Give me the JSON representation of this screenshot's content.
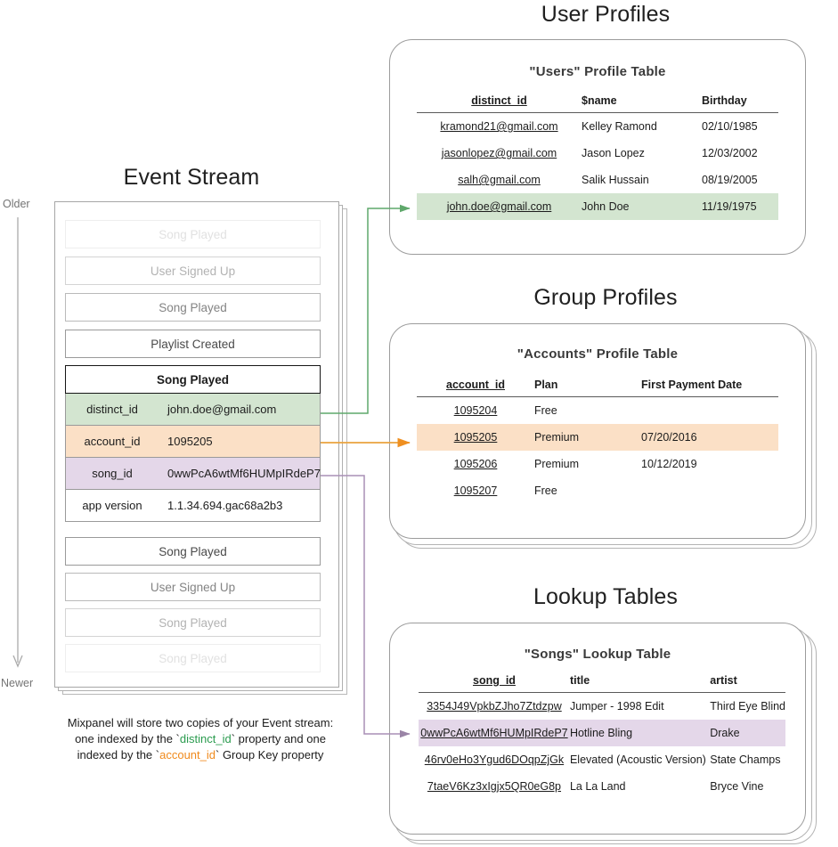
{
  "sections": {
    "event_stream": {
      "title": "Event Stream",
      "axis_top": "Older",
      "axis_bottom": "Newer",
      "events_above": [
        {
          "label": "Song Played"
        },
        {
          "label": "User Signed Up"
        },
        {
          "label": "Song Played"
        },
        {
          "label": "Playlist Created"
        }
      ],
      "focus_event": {
        "name": "Song Played",
        "properties": [
          {
            "key": "distinct_id",
            "value": "john.doe@gmail.com",
            "highlight": "green"
          },
          {
            "key": "account_id",
            "value": "1095205",
            "highlight": "orange"
          },
          {
            "key": "song_id",
            "value": "0wwPcA6wtMf6HUMpIRdeP7",
            "highlight": "purple"
          },
          {
            "key": "app version",
            "value": "1.1.34.694.gac68a2b3",
            "highlight": "none"
          }
        ]
      },
      "events_below": [
        {
          "label": "Song Played"
        },
        {
          "label": "User Signed Up"
        },
        {
          "label": "Song Played"
        },
        {
          "label": "Song Played"
        }
      ],
      "caption": {
        "line1": "Mixpanel will store two copies of your Event stream:",
        "line2_a": "one indexed by the `",
        "line2_key": "distinct_id",
        "line2_b": "` property and one",
        "line3_a": "indexed by the `",
        "line3_key": "account_id",
        "line3_b": "` Group Key property"
      }
    },
    "user_profiles": {
      "title": "User Profiles",
      "table_title": "\"Users\" Profile Table",
      "columns": [
        "distinct_id",
        "$name",
        "Birthday"
      ],
      "rows": [
        {
          "cells": [
            "kramond21@gmail.com",
            "Kelley Ramond",
            "02/10/1985"
          ],
          "highlight": "none"
        },
        {
          "cells": [
            "jasonlopez@gmail.com",
            "Jason Lopez",
            "12/03/2002"
          ],
          "highlight": "none"
        },
        {
          "cells": [
            "salh@gmail.com",
            "Salik Hussain",
            "08/19/2005"
          ],
          "highlight": "none"
        },
        {
          "cells": [
            "john.doe@gmail.com",
            "John Doe",
            "11/19/1975"
          ],
          "highlight": "green"
        }
      ]
    },
    "group_profiles": {
      "title": "Group Profiles",
      "table_title": "\"Accounts\" Profile Table",
      "columns": [
        "account_id",
        "Plan",
        "First Payment Date"
      ],
      "rows": [
        {
          "cells": [
            "1095204",
            "Free",
            ""
          ],
          "highlight": "none"
        },
        {
          "cells": [
            "1095205",
            "Premium",
            "07/20/2016"
          ],
          "highlight": "orange"
        },
        {
          "cells": [
            "1095206",
            "Premium",
            "10/12/2019"
          ],
          "highlight": "none"
        },
        {
          "cells": [
            "1095207",
            "Free",
            ""
          ],
          "highlight": "none"
        }
      ]
    },
    "lookup_tables": {
      "title": "Lookup Tables",
      "table_title": "\"Songs\" Lookup Table",
      "columns": [
        "song_id",
        "title",
        "artist"
      ],
      "rows": [
        {
          "cells": [
            "3354J49VpkbZJho7Ztdzpw",
            "Jumper - 1998 Edit",
            "Third Eye Blind"
          ],
          "highlight": "none"
        },
        {
          "cells": [
            "0wwPcA6wtMf6HUMpIRdeP7",
            "Hotline Bling",
            "Drake"
          ],
          "highlight": "purple"
        },
        {
          "cells": [
            "46rv0eHo3Ygud6DOqpZjGk",
            "Elevated (Acoustic Version)",
            "State Champs"
          ],
          "highlight": "none"
        },
        {
          "cells": [
            "7taeV6Kz3xIgjx5QR0eG8p",
            "La La Land",
            "Bryce Vine"
          ],
          "highlight": "none"
        }
      ]
    }
  },
  "colors": {
    "green_fill": "#d3e5d0",
    "orange_fill": "#fbe0c6",
    "purple_fill": "#e4d7e9",
    "green_line": "#5fa86b",
    "orange_line": "#eaa33e",
    "purple_line": "#a98fb5",
    "card_border": "#9c9c9c",
    "text": "#1c1c1c"
  }
}
